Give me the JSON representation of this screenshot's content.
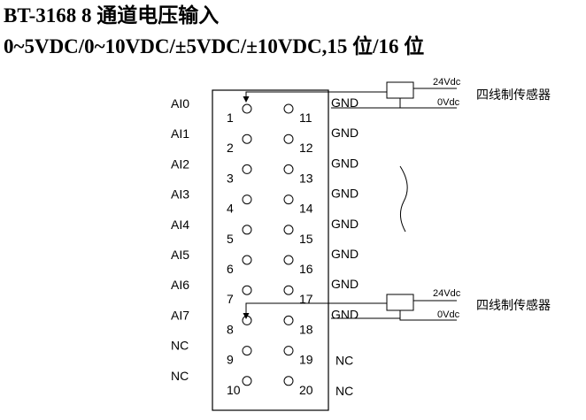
{
  "header": {
    "title": "BT-3168    8 通道电压输入",
    "subtitle": "0~5VDC/0~10VDC/±5VDC/±10VDC,15 位/16 位"
  },
  "terminal_block": {
    "left_labels": [
      "AI0",
      "AI1",
      "AI2",
      "AI3",
      "AI4",
      "AI5",
      "AI6",
      "AI7",
      "NC",
      "NC"
    ],
    "left_pins": [
      "1",
      "2",
      "3",
      "4",
      "5",
      "6",
      "7",
      "8",
      "9",
      "10"
    ],
    "right_pins": [
      "11",
      "12",
      "13",
      "14",
      "15",
      "16",
      "17",
      "18",
      "19",
      "20"
    ],
    "right_labels": [
      "GND",
      "GND",
      "GND",
      "GND",
      "GND",
      "GND",
      "GND",
      "GND",
      "NC",
      "NC"
    ]
  },
  "sensors": [
    {
      "supply": "24Vdc",
      "ground": "0Vdc",
      "label": "四线制传感器"
    },
    {
      "supply": "24Vdc",
      "ground": "0Vdc",
      "label": "四线制传感器"
    }
  ],
  "colors": {
    "line": "#000000",
    "background": "#ffffff"
  }
}
